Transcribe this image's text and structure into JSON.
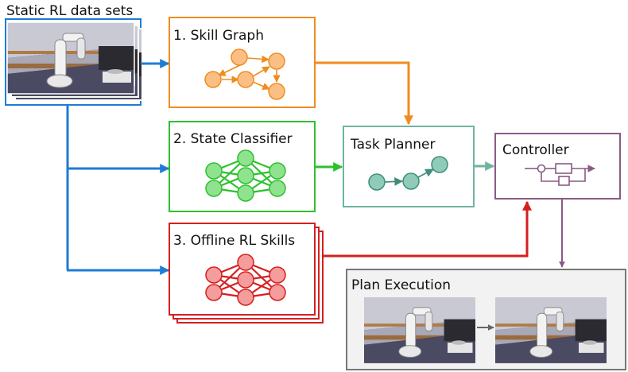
{
  "title": "Static RL data sets",
  "boxes": {
    "skill_graph": "1. Skill Graph",
    "state_classifier": "2. State Classifier",
    "offline_rl_skills": "3. Offline RL Skills",
    "task_planner": "Task Planner",
    "controller": "Controller",
    "plan_execution": "Plan Execution"
  },
  "icons": {
    "skill_graph": "directed-graph-icon",
    "state_classifier": "neural-network-icon",
    "offline_rl_skills": "neural-network-icon",
    "task_planner": "plan-path-icon",
    "controller": "control-loop-icon",
    "dataset": "robot-kitchen-scene"
  },
  "colors": {
    "dataset": "#1e7bd6",
    "skill_graph": "#f08c1e",
    "state_classifier": "#2ec02e",
    "offline_rl_skills": "#d41f1f",
    "task_planner": "#6fb3a3",
    "controller": "#8a5a84",
    "plan_execution": "#777777"
  }
}
